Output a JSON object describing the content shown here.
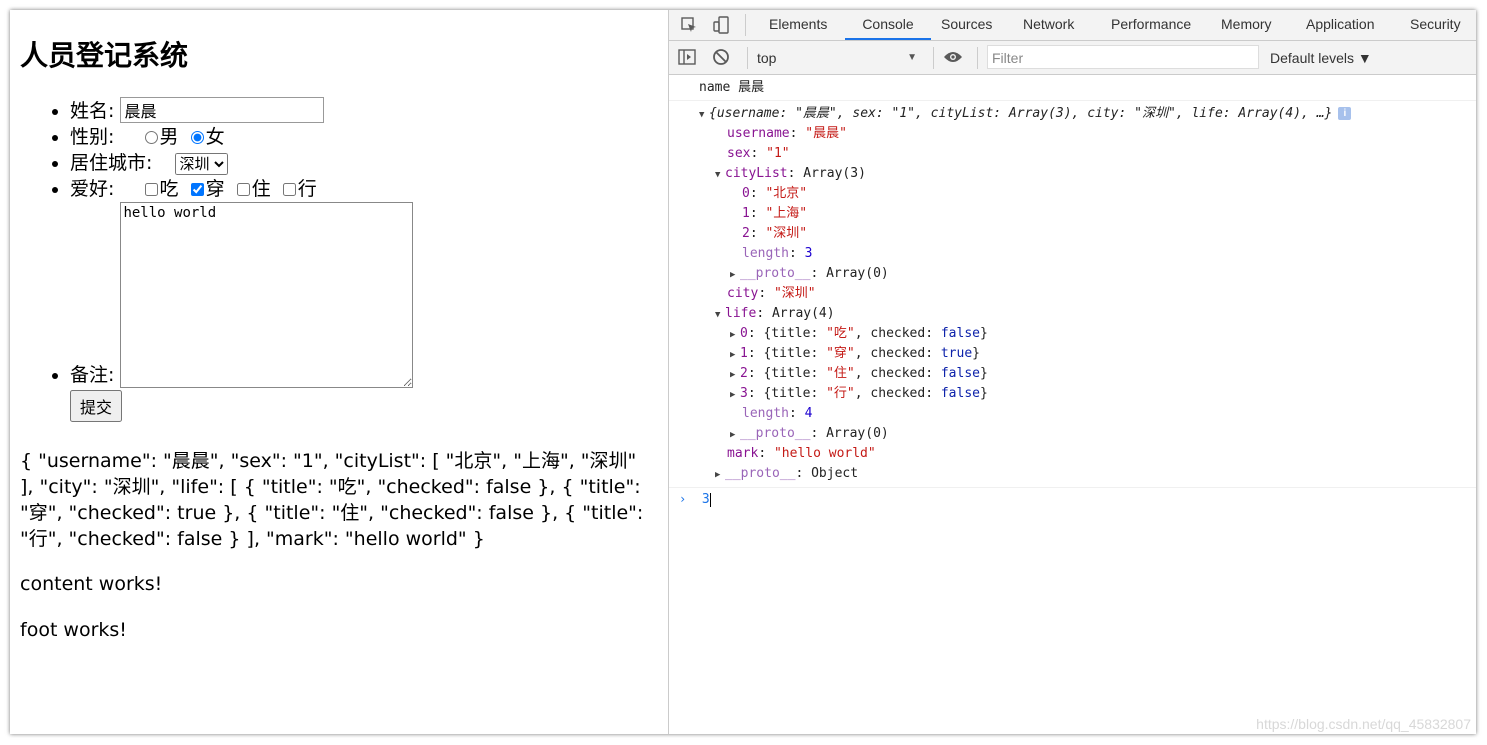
{
  "page": {
    "title": "人员登记系统",
    "name_label": "姓名:",
    "name_value": "晨晨",
    "sex_label": "性别:",
    "sex_male": "男",
    "sex_female": "女",
    "city_label": "居住城市:",
    "city_value": "深圳",
    "hobby_label": "爱好:",
    "hobbies": [
      "吃",
      "穿",
      "住",
      "行"
    ],
    "hobby_checked": [
      false,
      true,
      false,
      false
    ],
    "note_label": "备注:",
    "note_value": "hello world",
    "submit_label": "提交",
    "json_output": "{ \"username\": \"晨晨\", \"sex\": \"1\", \"cityList\": [ \"北京\", \"上海\", \"深圳\" ], \"city\": \"深圳\", \"life\": [ { \"title\": \"吃\", \"checked\": false }, { \"title\": \"穿\", \"checked\": true }, { \"title\": \"住\", \"checked\": false }, { \"title\": \"行\", \"checked\": false } ], \"mark\": \"hello world\" }",
    "content_text": "content works!",
    "foot_text": "foot works!"
  },
  "devtools": {
    "tabs": [
      "Elements",
      "Console",
      "Sources",
      "Network",
      "Performance",
      "Memory",
      "Application",
      "Security"
    ],
    "active_tab": "Console",
    "context": "top",
    "filter_placeholder": "Filter",
    "levels": "Default levels ▼",
    "console": {
      "log_line": "name 晨晨",
      "summary": "{username: \"晨晨\", sex: \"1\", cityList: Array(3), city: \"深圳\", life: Array(4), …}",
      "username_key": "username",
      "username_val": "\"晨晨\"",
      "sex_key": "sex",
      "sex_val": "\"1\"",
      "citylist_key": "cityList",
      "citylist_type": "Array(3)",
      "citylist_items": [
        "\"北京\"",
        "\"上海\"",
        "\"深圳\""
      ],
      "length_key": "length",
      "citylist_length": "3",
      "proto_key": "__proto__",
      "proto_array": "Array(0)",
      "city_key": "city",
      "city_val": "\"深圳\"",
      "life_key": "life",
      "life_type": "Array(4)",
      "life_items": [
        {
          "title": "\"吃\"",
          "checked": "false"
        },
        {
          "title": "\"穿\"",
          "checked": "true"
        },
        {
          "title": "\"住\"",
          "checked": "false"
        },
        {
          "title": "\"行\"",
          "checked": "false"
        }
      ],
      "life_length": "4",
      "mark_key": "mark",
      "mark_val": "\"hello world\"",
      "proto_object": "Object",
      "prompt_input": "3"
    }
  },
  "watermark": "https://blog.csdn.net/qq_45832807",
  "colors": {
    "accent": "#1a73e8",
    "string": "#c41a16",
    "key": "#881391",
    "boolean": "#0d22aa"
  }
}
